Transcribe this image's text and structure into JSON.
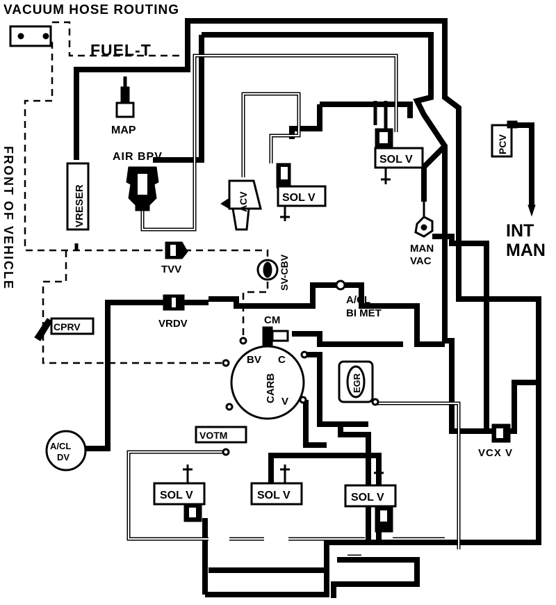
{
  "title": "VACUUM HOSE ROUTING",
  "fuel_label": "FUEL-T",
  "side_label": "FRONT OF VEHICLE",
  "int_man": [
    "INT",
    "MAN"
  ],
  "labels": {
    "map": "MAP",
    "air_bpv": "AIR BPV",
    "vreser": "VRESER",
    "acv": "ACV",
    "sol_v": "SOL V",
    "pcv": "PCV",
    "man_vac": [
      "MAN",
      "VAC"
    ],
    "tvv": "TVV",
    "sv_cbv": "SV-CBV",
    "vrdv": "VRDV",
    "cprv": "CPRV",
    "acl_bimet": [
      "A/CL",
      "BI MET"
    ],
    "cm": "CM",
    "bv": "BV",
    "c": "C",
    "carb": "CARB",
    "v": "V",
    "egr": "EGR",
    "vcxv": "VCX V",
    "votm": "VOTM",
    "acl_dv": [
      "A/CL",
      "DV"
    ]
  }
}
